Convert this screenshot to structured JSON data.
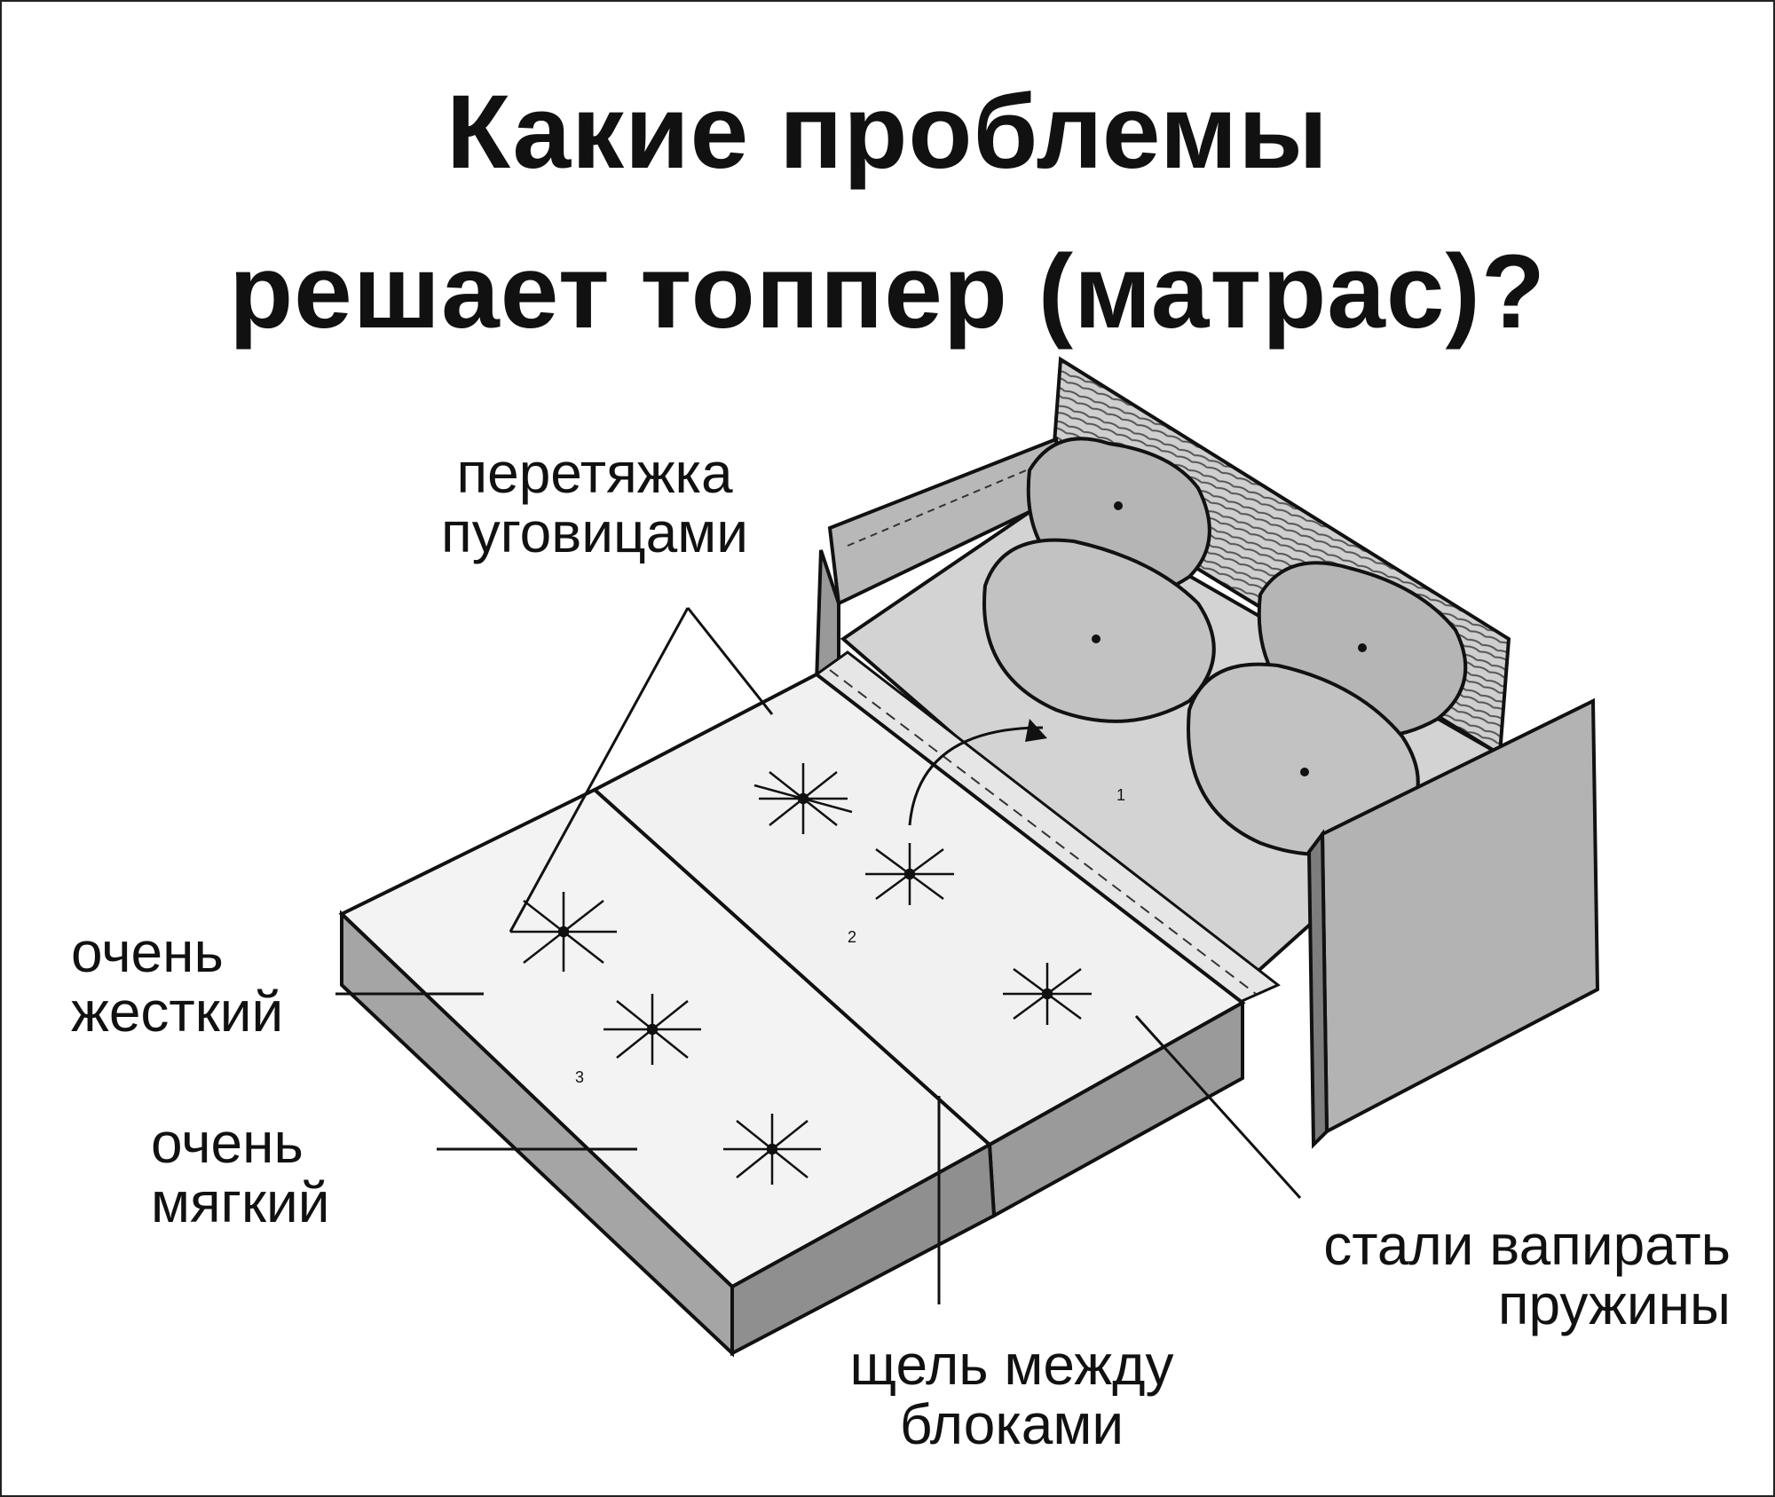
{
  "title": {
    "line1": "Какие проблемы",
    "line2": "решает топпер (матрас)?"
  },
  "labels": {
    "buttons": [
      "перетяжка",
      "пуговицами"
    ],
    "very_hard": [
      "очень",
      "жесткий"
    ],
    "very_soft": [
      "очень",
      "мягкий"
    ],
    "springs": [
      "стали вапирать",
      "пружины"
    ],
    "gap": [
      "щель между",
      "блоками"
    ]
  },
  "block_numbers": [
    "1",
    "2",
    "3"
  ],
  "colors": {
    "ink": "#111111",
    "sofa_fill": "#b9b9b9",
    "sofa_dark": "#8c8c8c",
    "panel_light": "#f1f1f1"
  }
}
